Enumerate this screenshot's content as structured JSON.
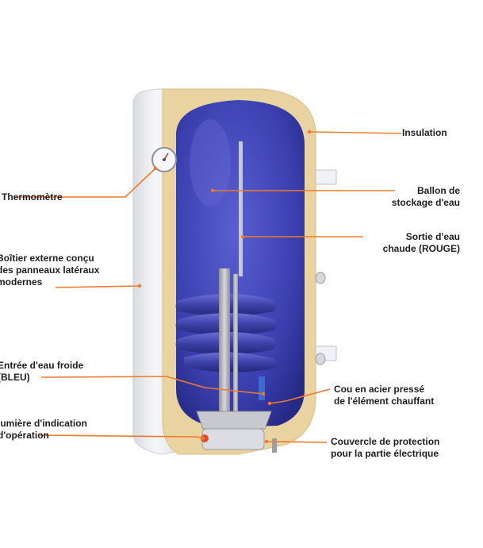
{
  "colors": {
    "leader": "#f07a2a",
    "tank_blue": "#3a3fae",
    "insulation": "#e9d3a0",
    "casing": "#eceef2"
  },
  "labels": {
    "insulation": [
      "Insulation"
    ],
    "ballon": [
      "Ballon de",
      "stockage d'eau"
    ],
    "sortie": [
      "Sortie d'eau",
      "chaude (ROUGE)"
    ],
    "cou": [
      "Cou en acier pressé",
      "de l'élément chauffant"
    ],
    "couvercle": [
      "Couvercle de protection",
      "pour la partie électrique"
    ],
    "thermometre": [
      "Thermomètre"
    ],
    "boitier": [
      "Boîtier externe conçu",
      "des panneaux latéraux",
      "modernes"
    ],
    "entree": [
      "Entrée d'eau froide",
      "(BLEU)"
    ],
    "lumiere": [
      "lumière d'indication",
      "d'opération"
    ]
  }
}
